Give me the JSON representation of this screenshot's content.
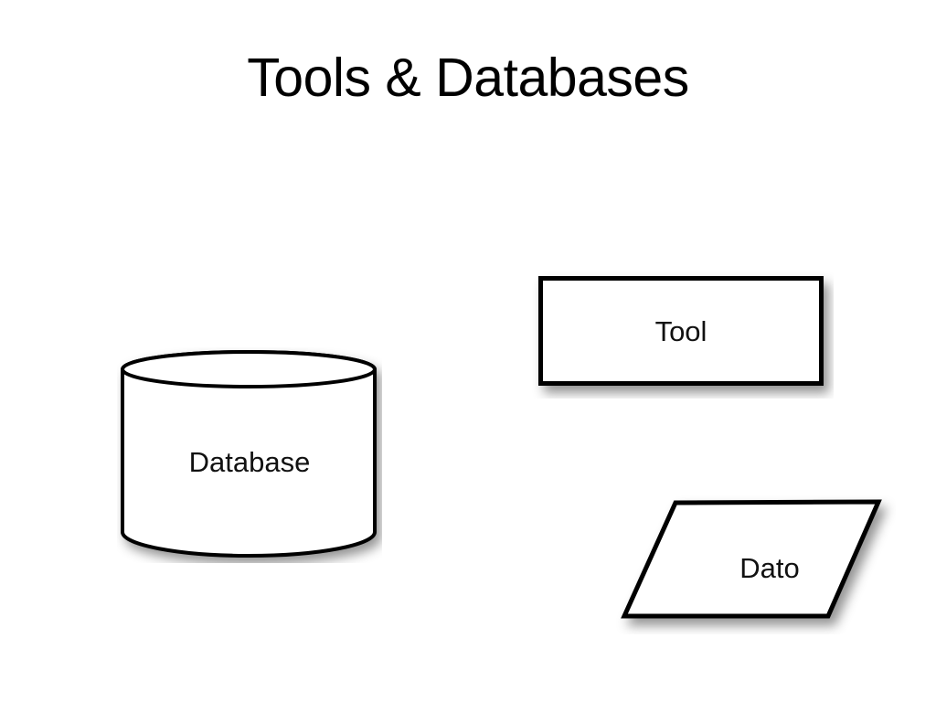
{
  "slide": {
    "title": "Tools & Databases",
    "background_color": "#ffffff",
    "text_color": "#000000"
  },
  "shapes": [
    {
      "id": "database",
      "kind": "cylinder",
      "label": "Database",
      "fill_color": "#ffffff",
      "stroke_color": "#000000",
      "has_shadow": true
    },
    {
      "id": "tool",
      "kind": "rectangle",
      "label": "Tool",
      "fill_color": "#ffffff",
      "stroke_color": "#000000",
      "has_shadow": true
    },
    {
      "id": "dato",
      "kind": "parallelogram",
      "label": "Dato",
      "fill_color": "#ffffff",
      "stroke_color": "#000000",
      "has_shadow": true
    }
  ],
  "icons": {
    "cylinder": "database-cylinder-icon",
    "rectangle": "process-rectangle-icon",
    "parallelogram": "data-parallelogram-icon"
  }
}
